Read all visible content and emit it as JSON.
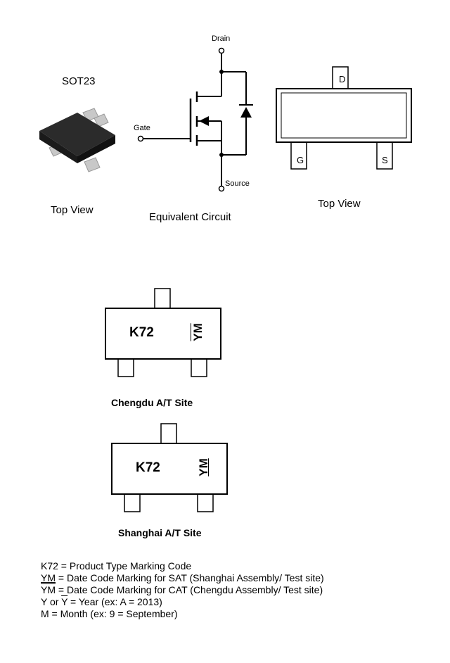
{
  "package": {
    "title": "SOT23",
    "top_view_label": "Top View"
  },
  "circuit": {
    "caption": "Equivalent Circuit",
    "drain": "Drain",
    "gate": "Gate",
    "source": "Source"
  },
  "outline": {
    "top_view_label": "Top View",
    "pin_d": "D",
    "pin_g": "G",
    "pin_s": "S"
  },
  "marking_chengdu": {
    "code": "K72",
    "date_code": "YM",
    "caption": "Chengdu A/T Site"
  },
  "marking_shanghai": {
    "code": "K72",
    "date_code": "YM",
    "caption": "Shanghai A/T Site"
  },
  "legend": {
    "line1": "K72 = Product Type Marking Code",
    "line2_sym": "YM",
    "line2_rest": " = Date Code Marking for SAT (Shanghai Assembly/ Test site)",
    "line3_sym": "YM",
    "line3_rest": " = Date Code Marking for CAT (Chengdu Assembly/ Test site)",
    "line4_a": "Y or ",
    "line4_sym": "Y",
    "line4_rest": " = Year (ex: A = 2013)",
    "line5": "M = Month (ex: 9 = September)"
  }
}
